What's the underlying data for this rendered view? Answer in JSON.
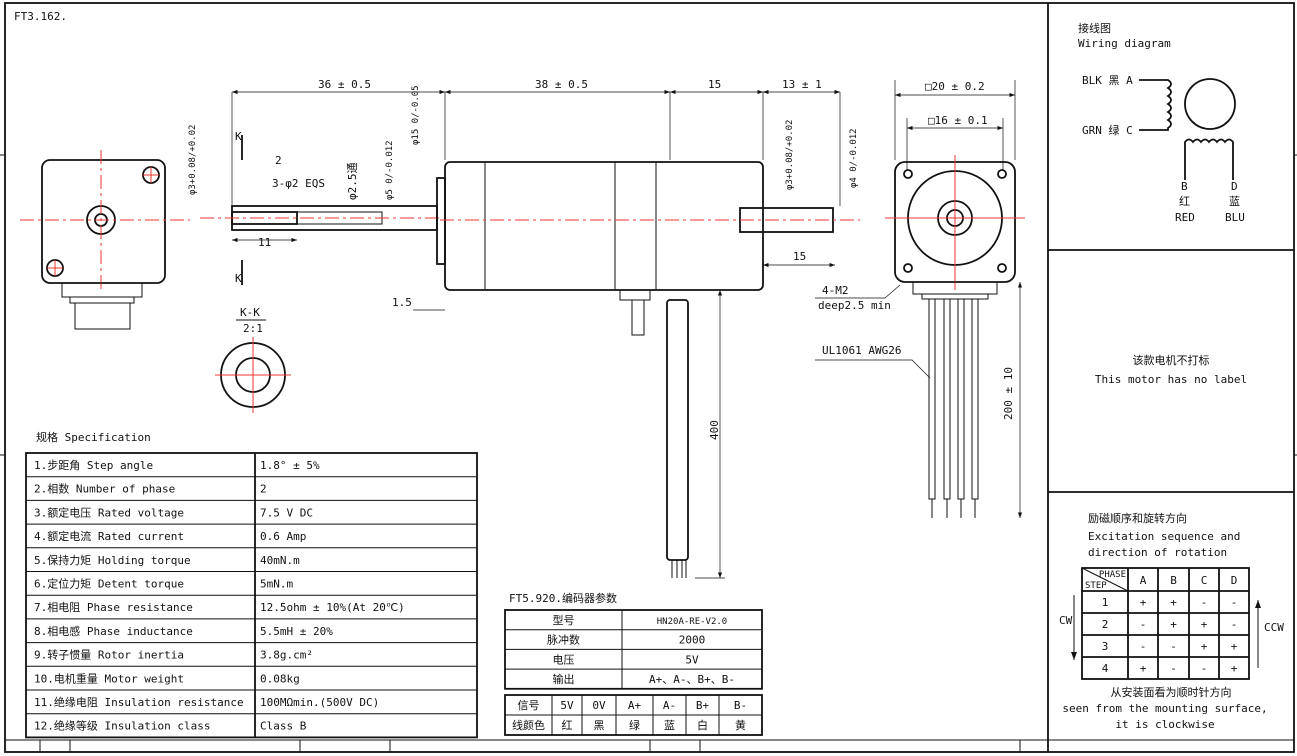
{
  "drawing_no": "FT3.162.",
  "dimensions": {
    "len_36": "36 ± 0.5",
    "len_38": "38 ± 0.5",
    "len_15a": "15",
    "len_13": "13 ± 1",
    "len_2": "2",
    "holes": "3-φ2 EQS",
    "len_11": "11",
    "len_1_5": "1.5",
    "dia_3": "φ3+0.08/+0.02",
    "dia_2_5": "φ2.5通",
    "dia_5": "φ5 0/-0.012",
    "dia_15": "φ15 0/-0.05",
    "dia_3b": "φ3+0.08/+0.02",
    "dia_4": "φ4 0/-0.012",
    "len_15b": "15",
    "sq_20": "□20 ± 0.2",
    "sq_16": "□16 ± 0.1",
    "screw": "4-M2",
    "screw_depth": "deep2.5 min",
    "wire": "UL1061 AWG26",
    "lead_200": "200 ± 10",
    "lead_400": "400",
    "section_k": "K",
    "section_kk": "K-K",
    "section_scale": "2:1"
  },
  "wiring": {
    "title_cn": "接线图",
    "title_en": "Wiring diagram",
    "a_label": "BLK 黑 A",
    "c_label": "GRN 绿 C",
    "b_label": "B",
    "b_cn": "红",
    "b_en": "RED",
    "d_label": "D",
    "d_cn": "蓝",
    "d_en": "BLU"
  },
  "label_note": {
    "cn": "该款电机不打标",
    "en": "This motor has no label"
  },
  "specification": {
    "title": "规格 Specification",
    "rows": [
      {
        "name": "1.步距角 Step angle",
        "value": "1.8°  ± 5%"
      },
      {
        "name": "2.相数 Number of phase",
        "value": "2"
      },
      {
        "name": "3.额定电压 Rated voltage",
        "value": "7.5 V DC"
      },
      {
        "name": "4.额定电流 Rated current",
        "value": "0.6 Amp"
      },
      {
        "name": "5.保持力矩 Holding torque",
        "value": "40mN.m"
      },
      {
        "name": "6.定位力矩 Detent torque",
        "value": "5mN.m"
      },
      {
        "name": "7.相电阻 Phase resistance",
        "value": "12.5ohm ± 10%(At 20℃)"
      },
      {
        "name": "8.相电感 Phase inductance",
        "value": "5.5mH ± 20%"
      },
      {
        "name": "9.转子惯量 Rotor inertia",
        "value": "3.8g.cm²"
      },
      {
        "name": "10.电机重量 Motor weight",
        "value": "0.08kg"
      },
      {
        "name": "11.绝缘电阻 Insulation resistance",
        "value": "100MΩmin.(500V DC)"
      },
      {
        "name": "12.绝缘等级 Insulation class",
        "value": "Class B"
      }
    ]
  },
  "encoder": {
    "title": "FT5.920.编码器参数",
    "rows": [
      {
        "name": "型号",
        "value": "HN20A-RE-V2.0"
      },
      {
        "name": "脉冲数",
        "value": "2000"
      },
      {
        "name": "电压",
        "value": "5V"
      },
      {
        "name": "输出",
        "value": "A+、A-、B+、B-"
      }
    ],
    "signal_row": [
      "信号",
      "5V",
      "0V",
      "A+",
      "A-",
      "B+",
      "B-"
    ],
    "color_row": [
      "线颜色",
      "红",
      "黑",
      "绿",
      "蓝",
      "白",
      "黄"
    ]
  },
  "excitation": {
    "title_cn": "励磁顺序和旋转方向",
    "title_en_1": "Excitation sequence and",
    "title_en_2": "direction of rotation",
    "header_phase": "PHASE",
    "header_step": "STEP",
    "phases": [
      "A",
      "B",
      "C",
      "D"
    ],
    "steps": [
      {
        "step": "1",
        "values": [
          "+",
          "+",
          "-",
          "-"
        ]
      },
      {
        "step": "2",
        "values": [
          "-",
          "+",
          "+",
          "-"
        ]
      },
      {
        "step": "3",
        "values": [
          "-",
          "-",
          "+",
          "+"
        ]
      },
      {
        "step": "4",
        "values": [
          "+",
          "-",
          "-",
          "+"
        ]
      }
    ],
    "cw": "CW",
    "ccw": "CCW",
    "note_cn": "从安装面看为顺时针方向",
    "note_en_1": "seen from the mounting surface,",
    "note_en_2": "it is clockwise"
  }
}
